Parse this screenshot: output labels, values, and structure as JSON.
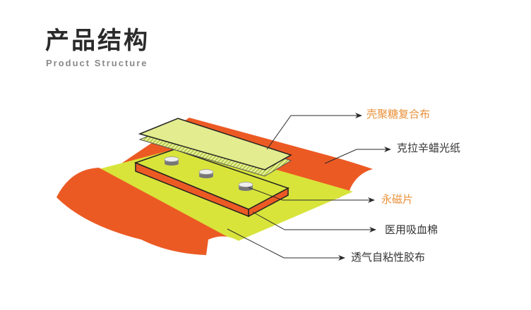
{
  "header": {
    "title": "产品结构",
    "subtitle": "Product Structure"
  },
  "diagram": {
    "labels": [
      {
        "id": "chitosan",
        "text": "壳聚糖复合布",
        "color": "#e8913a"
      },
      {
        "id": "kraft",
        "text": "克拉辛蜡光纸",
        "color": "#333333"
      },
      {
        "id": "magnet",
        "text": "永磁片",
        "color": "#e8913a"
      },
      {
        "id": "cotton",
        "text": "医用吸血棉",
        "color": "#333333"
      },
      {
        "id": "tape",
        "text": "透气自粘性胶布",
        "color": "#333333"
      }
    ],
    "colors": {
      "orange_sheet": "#ec5a24",
      "base_sheet": "#d8e43a",
      "film": "#e3ec8e",
      "pad_front": "#ec5a24"
    }
  }
}
